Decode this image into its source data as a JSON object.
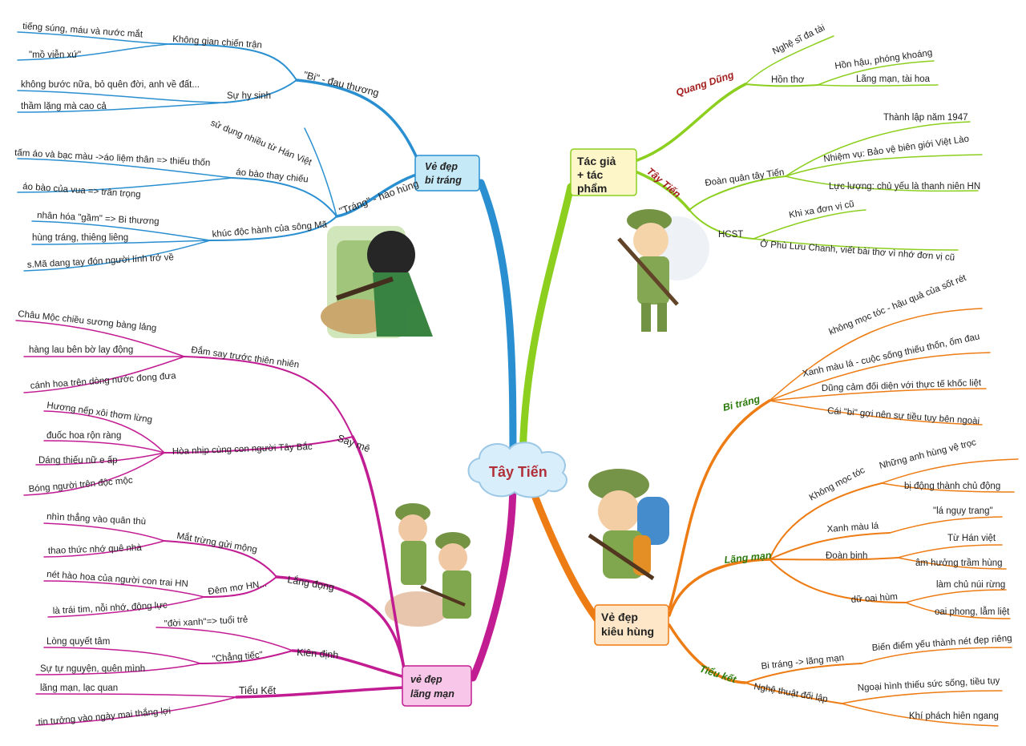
{
  "center": {
    "label": "Tây Tiến"
  },
  "colors": {
    "blue": "#2a8fd0",
    "green": "#8ccf1f",
    "orange": "#ee7c14",
    "magenta": "#c21c93",
    "bold_red": "#a41e1e",
    "bold_green": "#2b7a0b"
  },
  "branches": {
    "bi_trang": {
      "title_line1": "Vẻ đẹp",
      "title_line2": "bi tráng",
      "bi_dau_thuong": {
        "label": "\"Bi\" - đau thương",
        "khong_gian": {
          "label": "Không gian chiến trận",
          "items": [
            "tiếng súng, máu và nước mắt",
            "\"mồ viễn xứ\""
          ]
        },
        "su_hy_sinh": {
          "label": "Sự hy sinh",
          "items": [
            "không bước nữa, bỏ quên đời, anh về đất...",
            "thầm lặng mà cao cả"
          ]
        }
      },
      "trang_hao_hung": {
        "label": "\"Tráng\" - hào hùng",
        "su_dung": "sử dụng nhiều từ Hán Việt",
        "ao_bao": {
          "label": "áo bào thay chiếu",
          "items": [
            "tấm áo và bạc màu ->áo liệm thân => thiếu thốn",
            "áo bào của vua => trân trọng"
          ]
        },
        "khuc_doc_hanh": {
          "label": "khúc độc hành của sông Mã",
          "items": [
            "nhân hóa \"gầm\" => Bi thương",
            "hùng tráng, thiêng liêng",
            "s.Mã dang tay đón người lính trở về"
          ]
        }
      }
    },
    "tac_gia": {
      "title_line1": "Tác giả",
      "title_line2": "+ tác",
      "title_line3": "phẩm",
      "quang_dung": {
        "label": "Quang Dũng",
        "nghe_si": "Nghệ sĩ đa tài",
        "hon_tho": {
          "label": "Hồn thơ",
          "items": [
            "Hồn hậu, phóng khoáng",
            "Lãng mạn, tài hoa"
          ]
        }
      },
      "tay_tien": {
        "label": "Tây Tiến",
        "doan_quan": {
          "label": "Đoàn quân tây Tiến",
          "items": [
            "Thành lập năm 1947",
            "Nhiệm vụ: Bảo vệ biên giới Việt Lào",
            "Lực lượng: chủ yếu là thanh niên HN"
          ]
        },
        "hcst": {
          "label": "HCST",
          "items": [
            "Khi xa đơn vị cũ",
            "Ở Phù Lưu Chanh, viết bài thơ vì nhớ đơn vị cũ"
          ]
        }
      }
    },
    "lang_man": {
      "title_line1": "vẻ đẹp",
      "title_line2": "lãng mạn",
      "say_me": {
        "label": "Say mê",
        "dam_say": {
          "label": "Đắm say trước thiên nhiên",
          "items": [
            "Châu Mộc chiều sương bàng lảng",
            "hàng lau bên bờ lay động",
            "cánh hoa trên dòng nước đong đưa"
          ]
        },
        "hoa_nhip": {
          "label": "Hòa nhịp cùng con người Tây Bắc",
          "items": [
            "Hương nếp xôi thơm lừng",
            "đuốc hoa rộn ràng",
            "Dáng thiếu nữ e ấp",
            "Bóng người trên độc mộc"
          ]
        }
      },
      "lang_dong": {
        "label": "Lắng đọng",
        "mat_trung": {
          "label": "Mắt trừng gửi mộng",
          "items": [
            "nhìn thẳng vào quân thù",
            "thao thức nhớ quê nhà"
          ]
        },
        "dem_mo": {
          "label": "Đêm mơ HN...",
          "items": [
            "nét hào hoa của người con trai HN",
            "là trái tim, nỗi nhớ, động lực"
          ]
        }
      },
      "kien_dinh": {
        "label": "Kiên định",
        "doi_xanh": "\"đời xanh\"=> tuổi trẻ",
        "chang_tiec": {
          "label": "\"Chẳng tiếc\"",
          "items": [
            "Lòng quyết tâm",
            "Sự tự nguyện, quên mình"
          ]
        }
      },
      "tieu_ket": {
        "label": "Tiểu Kết",
        "items": [
          "lãng mạn, lạc quan",
          "tin tưởng vào ngày mai thắng lợi"
        ]
      }
    },
    "kieu_hung": {
      "title_line1": "Vẻ đẹp",
      "title_line2": "kiêu hùng",
      "bi_trang": {
        "label": "Bi tráng",
        "items": [
          "không mọc tóc - hậu quả của sốt rét",
          "Xanh màu lá - cuộc sống thiếu thốn, ốm đau",
          "Dũng cảm đối diện với thực tế khốc liệt",
          "Cái \"bi\" gợi nên sự tiều tụy bên ngoài"
        ]
      },
      "lang_man": {
        "label": "Lãng mạn",
        "khong_moc_toc": {
          "label": "Không mọc tóc",
          "items": [
            "Những anh hùng vệ trọc",
            "bị động thành chủ động"
          ]
        },
        "xanh_mau_la": {
          "label": "Xanh màu lá",
          "items": [
            "\"lá ngụy trang\""
          ]
        },
        "doan_binh": {
          "label": "Đoàn binh",
          "items": [
            "Từ Hán việt",
            "âm hưởng trầm hùng"
          ]
        },
        "du_oai_hum": {
          "label": "dữ oai hùm",
          "items": [
            "làm chủ núi rừng",
            "oai phong, lẫm liệt"
          ]
        }
      },
      "tieu_ket": {
        "label": "Tiểu kết",
        "bi_trang_lang_man": {
          "label": "Bi tráng -> lãng mạn",
          "items": [
            "Biến điểm yếu thành nét đẹp riêng"
          ]
        },
        "nghe_thuat": {
          "label": "Nghệ thuật đối lập",
          "items": [
            "Ngoại hình thiếu sức sống, tiều tụy",
            "Khí phách hiên ngang"
          ]
        }
      }
    }
  }
}
